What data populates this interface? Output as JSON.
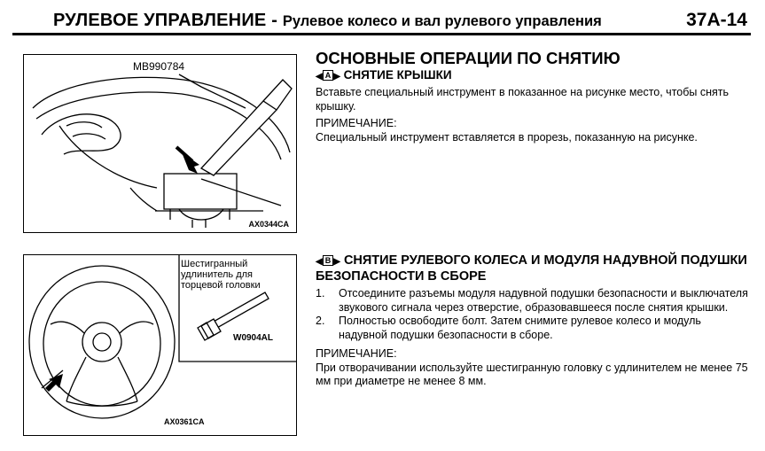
{
  "header": {
    "main_title": "РУЛЕВОЕ УПРАВЛЕНИЕ",
    "separator": " - ",
    "subtitle": "Рулевое колесо и вал рулевого управления",
    "page_number": "37А-14"
  },
  "figure_1": {
    "tool_label": "MB990784",
    "code": "AX0344CA"
  },
  "figure_2": {
    "tool_caption": "Шестигранный удлинитель для торцевой головки",
    "tool_code": "W0904AL",
    "code": "AX0361CA"
  },
  "section_main": {
    "title": "ОСНОВНЫЕ ОПЕРАЦИИ ПО СНЯТИЮ"
  },
  "section_a": {
    "left_mark": "◀",
    "letter": "A",
    "right_mark": "▶",
    "title": "СНЯТИЕ КРЫШКИ",
    "body": "Вставьте специальный инструмент в показанное на рисунке место, чтобы снять крышку.",
    "note_label": "ПРИМЕЧАНИЕ:",
    "note_text": "Специальный инструмент вставляется в прорезь, показанную на рисунке."
  },
  "section_b": {
    "left_mark": "◀",
    "letter": "B",
    "right_mark": "▶",
    "title": "СНЯТИЕ РУЛЕВОГО КОЛЕСА И МОДУЛЯ НАДУВНОЙ ПОДУШКИ БЕЗОПАСНОСТИ В СБОРЕ",
    "steps": [
      {
        "num": "1.",
        "text": "Отсоедините разъемы модуля надувной подушки безопасности и выключателя звукового сигнала через отверстие, образовавшееся после снятия крышки."
      },
      {
        "num": "2.",
        "text": "Полностью освободите болт. Затем снимите рулевое колесо и модуль надувной подушки безопасности в сборе."
      }
    ],
    "note_label": "ПРИМЕЧАНИЕ:",
    "note_text": "При отворачивании используйте шестигранную головку с удлинителем не менее 75 мм при диаметре не менее 8 мм."
  }
}
